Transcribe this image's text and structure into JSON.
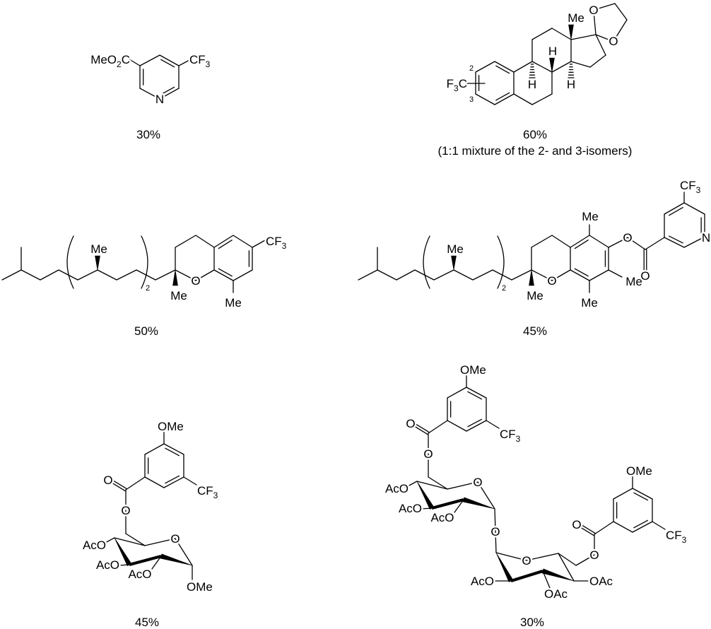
{
  "compounds": [
    {
      "yield": "30%"
    },
    {
      "yield": "60%",
      "note": "(1:1 mixture of the 2- and 3-isomers)"
    },
    {
      "yield": "50%"
    },
    {
      "yield": "45%"
    },
    {
      "yield": "45%"
    },
    {
      "yield": "30%"
    }
  ],
  "labels": {
    "MeO2C": [
      "MeO",
      "2",
      "C"
    ],
    "CF3": [
      "CF",
      "3"
    ],
    "F3C": [
      "F",
      "3",
      "C"
    ],
    "N": "N",
    "O": "O",
    "Me": "Me",
    "H": "H",
    "OMe": "OMe",
    "AcO": "AcO",
    "OAc": "OAc",
    "pos2": "2",
    "pos3": "3",
    "repeat": "2"
  }
}
